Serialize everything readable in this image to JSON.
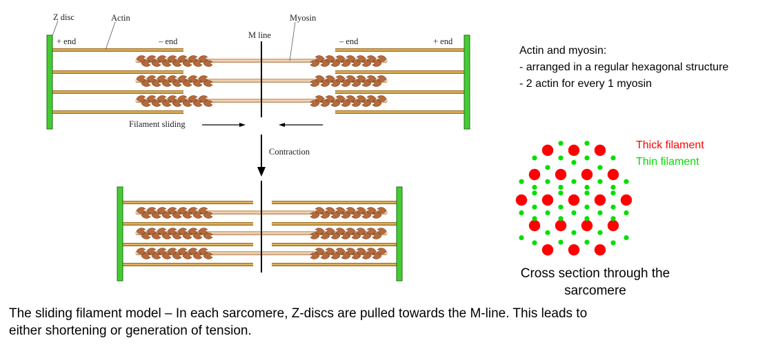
{
  "labels": {
    "z_disc": "Z disc",
    "actin": "Actin",
    "myosin": "Myosin",
    "m_line": "M line",
    "plus_end_left": "+ end",
    "minus_end_left": "– end",
    "minus_end_right": "– end",
    "plus_end_right": "+ end",
    "filament_sliding": "Filament sliding",
    "contraction": "Contraction"
  },
  "notes": {
    "title": "Actin and myosin:",
    "line1": "- arranged in a regular hexagonal structure",
    "line2": "- 2 actin for every 1 myosin"
  },
  "legend": {
    "thick": "Thick filament",
    "thin": "Thin filament"
  },
  "cross_section": {
    "label_line1": "Cross section through the",
    "label_line2": "sarcomere"
  },
  "caption": {
    "line1": "The sliding filament model – In each sarcomere, Z-discs are pulled towards the M-line. This leads to",
    "line2": "either shortening or generation of tension."
  },
  "colors": {
    "thick_filament": "#ff0000",
    "thin_filament": "#00e000",
    "z_disc": "#44cc33",
    "actin": "#d4a64a",
    "myosin_head": "#b56a3c",
    "myosin_shaft": "#e8c39a"
  }
}
